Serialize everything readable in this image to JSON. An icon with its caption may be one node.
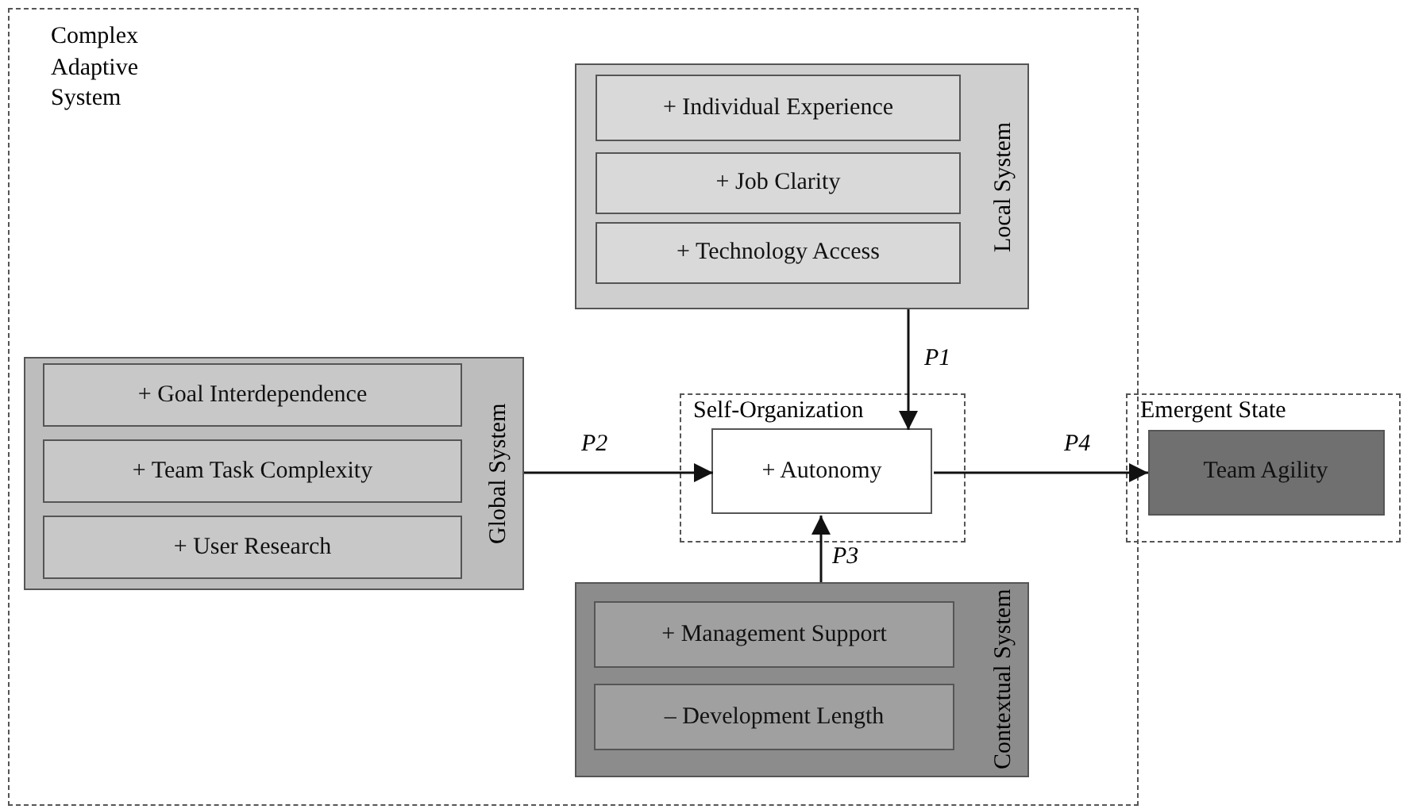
{
  "diagram": {
    "nodes": [
      {
        "text": [
          "Complex Adaptive System"
        ]
      },
      {
        "text": [
          "Local System"
        ],
        "in": 0
      },
      {
        "text": [
          "+ Individual Experience"
        ],
        "in": 1
      },
      {
        "text": [
          "+ Job Clarity"
        ],
        "in": 1
      },
      {
        "text": [
          "+ Technology Access"
        ],
        "in": 1
      },
      {
        "text": [
          "Global System"
        ],
        "in": 0
      },
      {
        "text": [
          "+ Goal Interdependence"
        ],
        "in": 5
      },
      {
        "text": [
          "+ Team Task Complexity"
        ],
        "in": 5
      },
      {
        "text": [
          "+ User Research"
        ],
        "in": 5
      },
      {
        "text": [
          "Self-Organization"
        ],
        "in": 0
      },
      {
        "text": [
          "+ Autonomy"
        ],
        "in": 9
      },
      {
        "text": [
          "Contextual System"
        ],
        "in": 0
      },
      {
        "text": [
          "+ Management Support"
        ],
        "in": 11
      },
      {
        "text": [
          "– Development Length"
        ],
        "in": 11
      },
      {
        "text": [
          "Emergent State"
        ]
      },
      {
        "text": [
          "Team Agility"
        ],
        "in": 14
      }
    ],
    "edges": [
      {
        "from": 1,
        "to": 10,
        "arrow": "to",
        "label": "P1"
      },
      {
        "from": 5,
        "to": 10,
        "arrow": "to",
        "label": "P2"
      },
      {
        "from": 11,
        "to": 10,
        "arrow": "to",
        "label": "P3"
      },
      {
        "from": 10,
        "to": 15,
        "arrow": "to",
        "label": "P4"
      }
    ]
  }
}
